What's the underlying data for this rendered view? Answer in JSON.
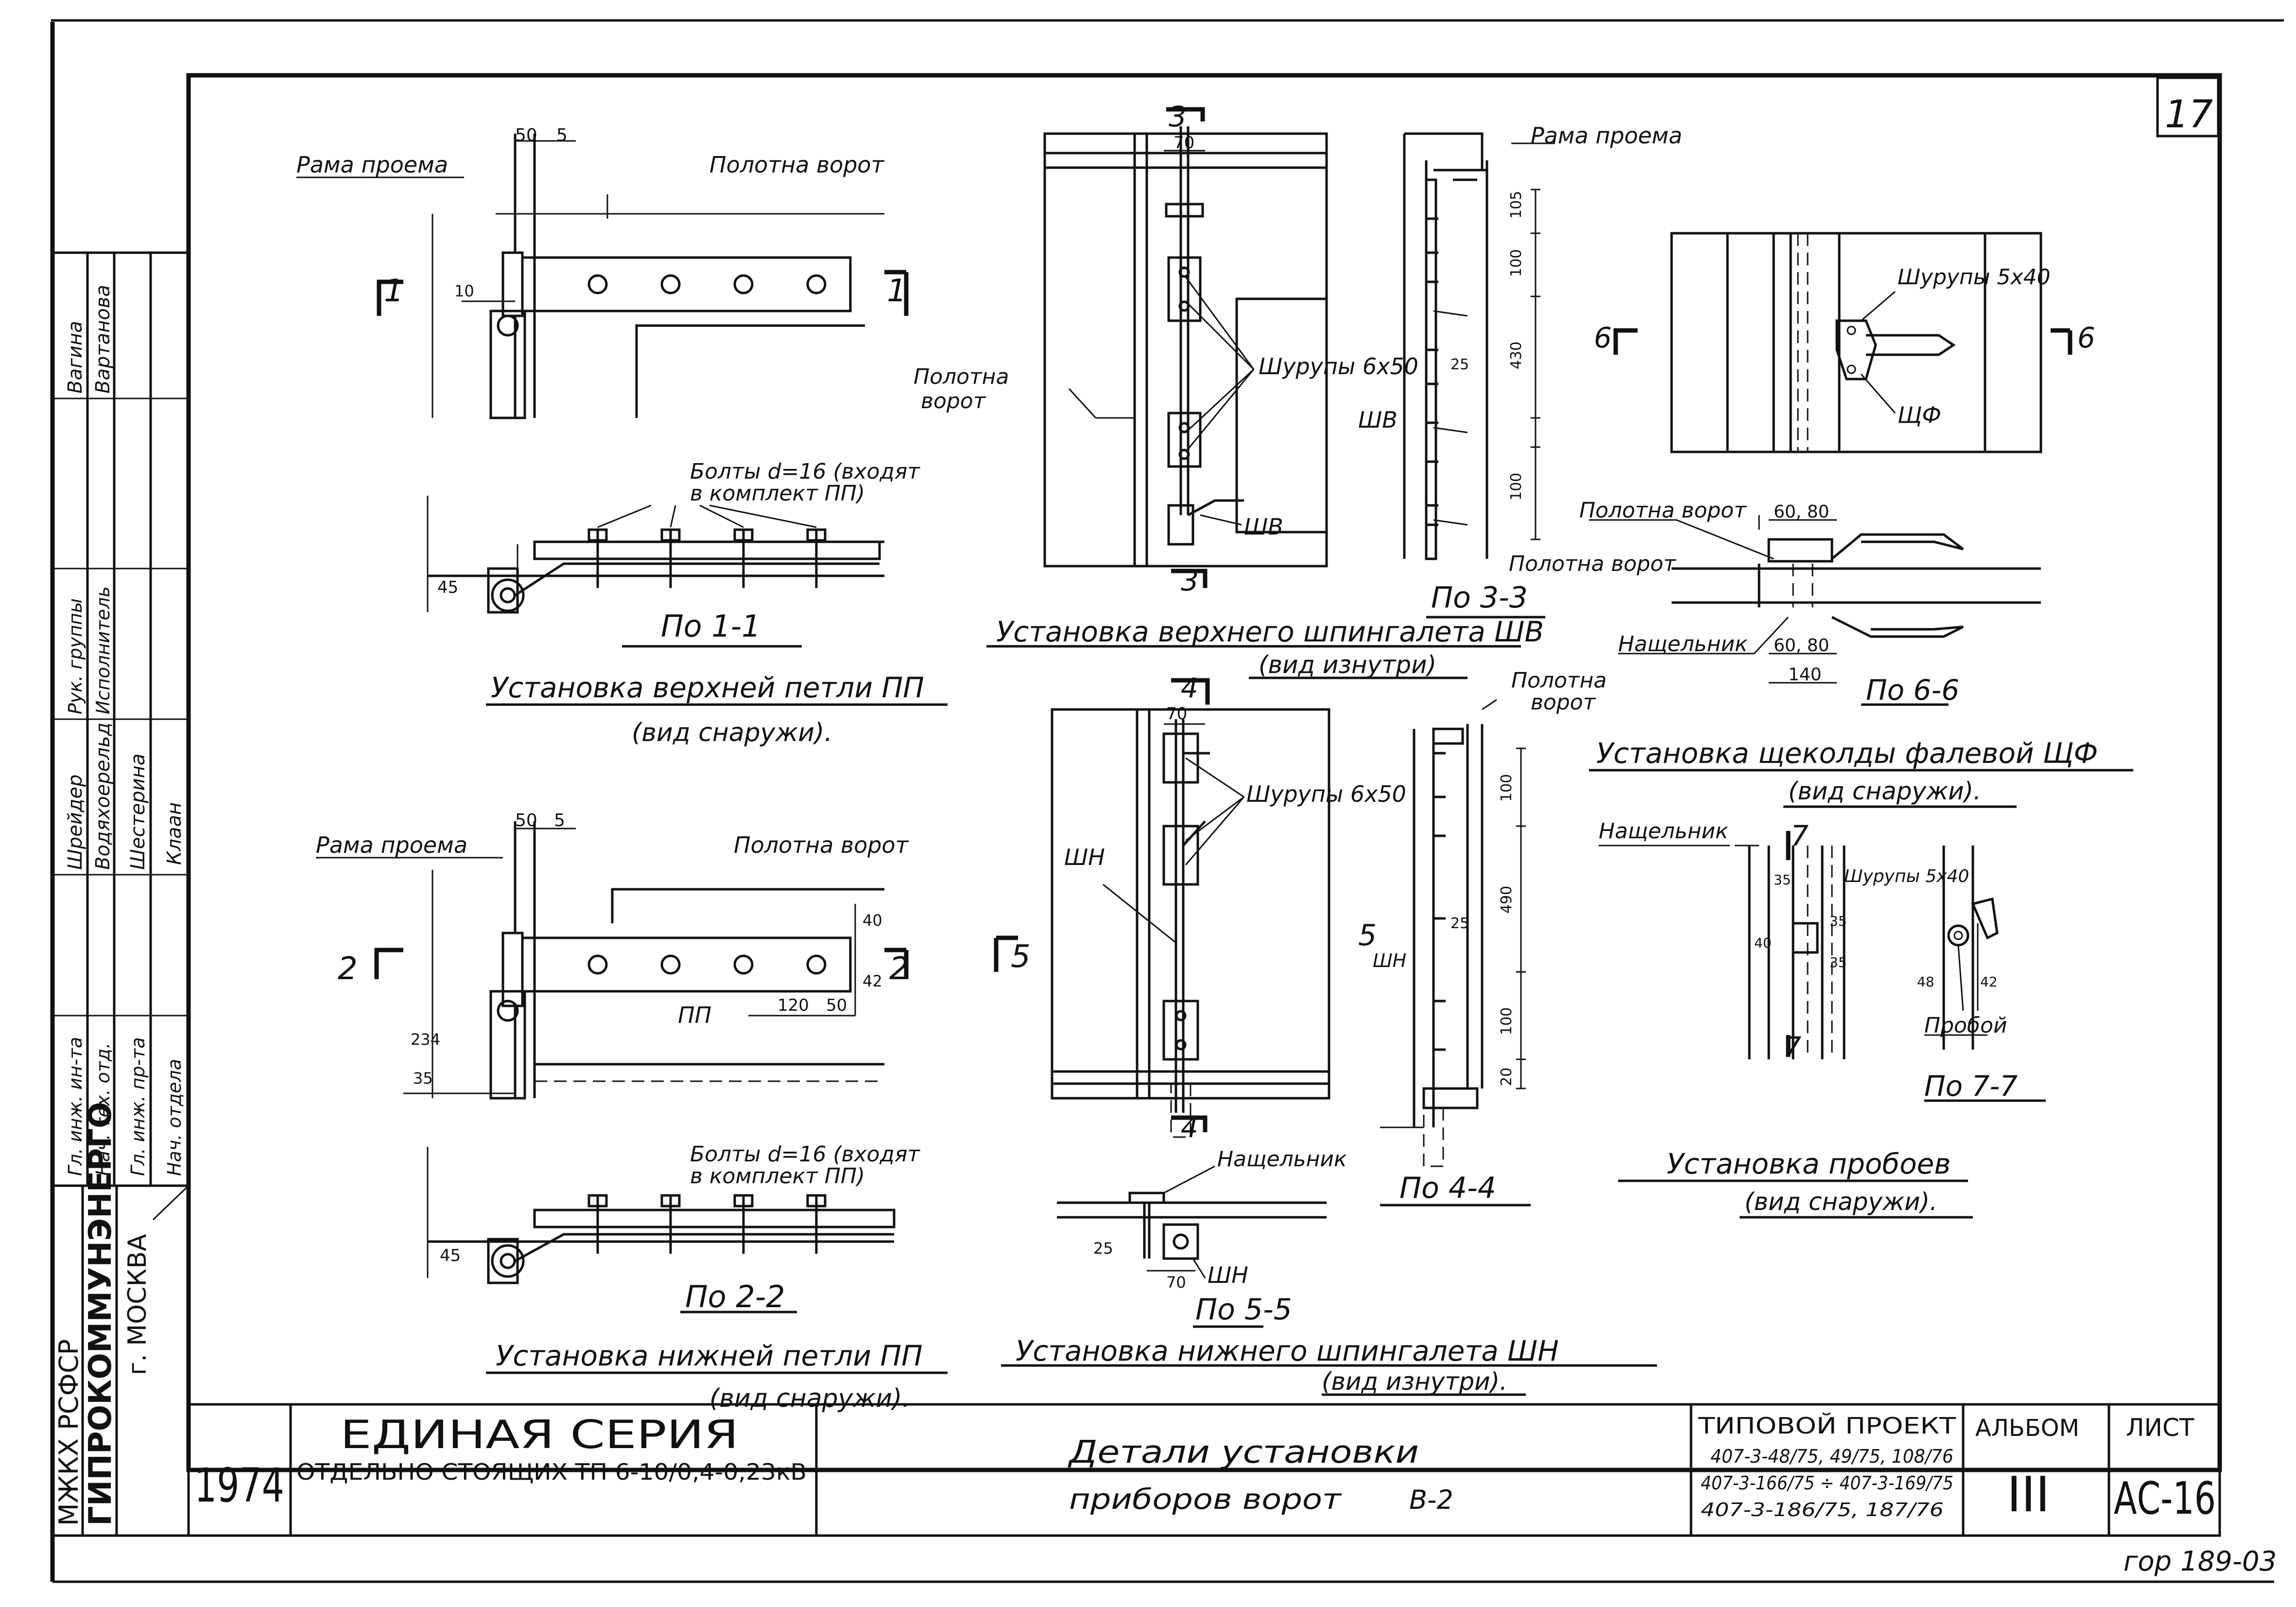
{
  "sheet": {
    "number": "17",
    "copy_code": "гор 189-03"
  },
  "views": {
    "s11": {
      "frame_label": "Рама проема",
      "leaf_label": "Полотна ворот",
      "dims": {
        "top_a": "50",
        "top_b": "5",
        "side": "10"
      },
      "marker_left": "1",
      "marker_right": "1",
      "bolts_note_1": "Болты d=16 (входят",
      "bolts_note_2": "в комплект ПП)",
      "dim_bottom": "45",
      "section_title": "По 1-1",
      "title": "Установка верхней петли ПП",
      "subtitle": "(вид снаружи)."
    },
    "s22": {
      "frame_label": "Рама проема",
      "leaf_label": "Полотна ворот",
      "dims": {
        "top_a": "50",
        "top_b": "5",
        "d40": "40",
        "d42": "42",
        "d120": "120",
        "d50": "50",
        "d234": "234",
        "d35": "35"
      },
      "hinge_label": "ПП",
      "marker_left": "2",
      "marker_right": "2",
      "bolts_note_1": "Болты d=16 (входят",
      "bolts_note_2": "в комплект ПП)",
      "dim_bottom": "45",
      "section_title": "По 2-2",
      "title": "Установка нижней петли ПП",
      "subtitle": "(вид снаружи)."
    },
    "shv": {
      "marker_top": "3",
      "marker_bottom": "3",
      "dim_top": "70",
      "screws_label": "Шурупы 6х50",
      "leaf_label_1": "Полотна",
      "leaf_label_2": "ворот",
      "bolt_label": "ШВ",
      "title": "Установка верхнего шпингалета ШВ",
      "subtitle": "(вид изнутри)"
    },
    "s33": {
      "frame_label": "Рама проема",
      "dims": [
        "105",
        "100",
        "430",
        "25",
        "100"
      ],
      "bolt_label": "ШВ",
      "leaf_label": "Полотна ворот",
      "section_title": "По 3-3"
    },
    "shn": {
      "marker_top": "4",
      "marker_bottom": "4",
      "marker_side": "5",
      "dim_top": "70",
      "screws_label": "Шурупы 6х50",
      "bolt_label": "ШН",
      "strip_label": "Нащельник",
      "dim_25": "25",
      "dim_70": "70",
      "bolt_label_2": "ШН",
      "section_title": "По 5-5",
      "title": "Установка нижнего шпингалета ШН",
      "subtitle": "(вид изнутри)."
    },
    "s44": {
      "leaf_label_1": "Полотна",
      "leaf_label_2": "ворот",
      "marker": "5",
      "marker_sub": "ШН",
      "dims": [
        "100",
        "490",
        "25",
        "100",
        "20"
      ],
      "section_title": "По 4-4"
    },
    "shf": {
      "screws_label": "Шурупы 5х40",
      "marker_left": "6",
      "marker_right": "6",
      "latch_label": "ЩФ",
      "leaf_label": "Полотна ворот",
      "dims_top": "60, 80",
      "strip_label": "Нащельник",
      "dims_bot": "60, 80",
      "dim_140": "140",
      "section_title": "По 6-6",
      "title": "Установка щеколды фалевой ЩФ",
      "subtitle": "(вид снаружи)."
    },
    "prob": {
      "strip_label": "Нащельник",
      "marker": "7",
      "screws_label": "Шурупы 5х40",
      "dims": [
        "35",
        "40",
        "35",
        "35",
        "48",
        "42"
      ],
      "staple_label": "Пробой",
      "section_title": "По 7-7",
      "title": "Установка пробоев",
      "subtitle": "(вид снаружи)."
    }
  },
  "side_stamp": {
    "org_line_1": "МЖКХ РСФСР",
    "org_line_2": "ГИПРОКОММУНЭНЕРГО",
    "org_line_3": "г. МОСКВА",
    "roles": [
      "Гл. инж. ин-та",
      "Нач. тех. отд.",
      "Гл. инж. пр-та",
      "Нач. отдела",
      "Рук. группы",
      "Исполнитель"
    ],
    "names": [
      "Шрейдер",
      "Водяхоерельд",
      "Шестерина",
      "Клаан",
      "Вагина",
      "Вартанова"
    ]
  },
  "title_block": {
    "year": "1974",
    "series_title": "ЕДИНАЯ СЕРИЯ",
    "series_subtitle": "ОТДЕЛЬНО СТОЯЩИХ ТП 6-10/0,4-0,23кВ",
    "drawing_title_1": "Детали установки",
    "drawing_title_2": "приборов ворот",
    "drawing_code": "В-2",
    "project_header": "ТИПОВОЙ ПРОЕКТ",
    "project_line_1": "407-3-48/75, 49/75, 108/76",
    "project_line_2": "407-3-166/75 ÷ 407-3-169/75",
    "project_line_3": "407-3-186/75, 187/76",
    "album_header": "АЛЬБОМ",
    "album_value": "III",
    "sheet_header": "ЛИСТ",
    "sheet_value": "АС-16"
  }
}
